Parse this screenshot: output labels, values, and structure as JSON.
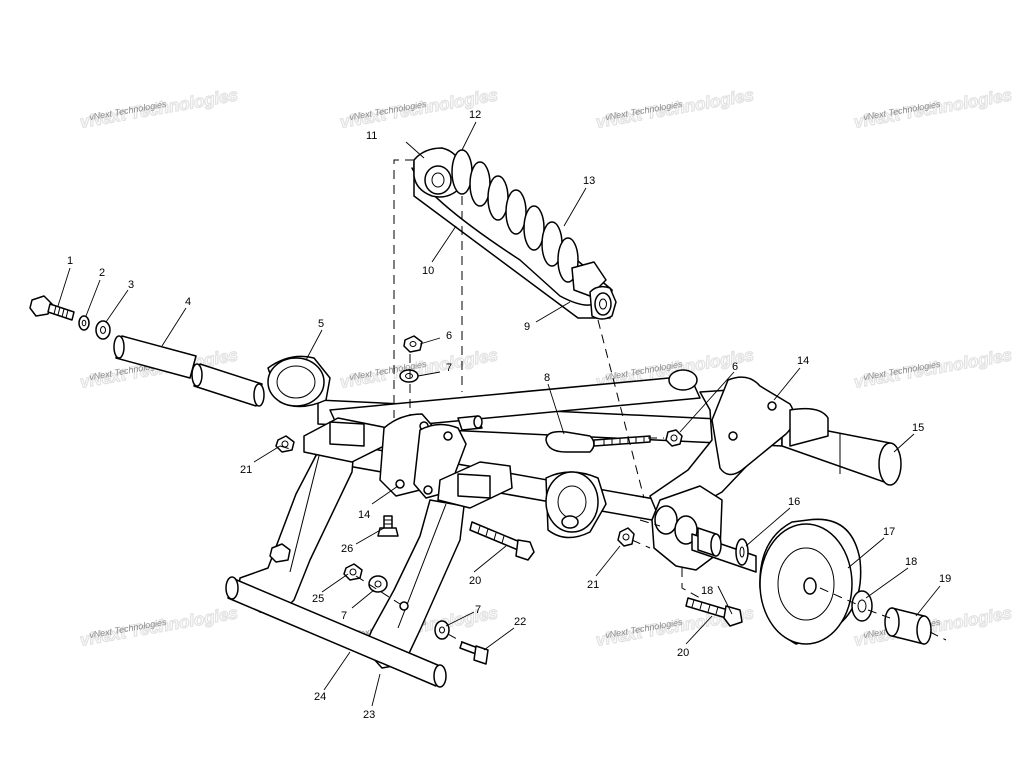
{
  "watermark": {
    "text": "vNext Technologies"
  },
  "callouts": [
    {
      "id": "c1",
      "label": "1"
    },
    {
      "id": "c2",
      "label": "2"
    },
    {
      "id": "c3",
      "label": "3"
    },
    {
      "id": "c4",
      "label": "4"
    },
    {
      "id": "c5",
      "label": "5"
    },
    {
      "id": "c6a",
      "label": "6"
    },
    {
      "id": "c6b",
      "label": "6"
    },
    {
      "id": "c7a",
      "label": "7"
    },
    {
      "id": "c7b",
      "label": "7"
    },
    {
      "id": "c7c",
      "label": "7"
    },
    {
      "id": "c8",
      "label": "8"
    },
    {
      "id": "c9",
      "label": "9"
    },
    {
      "id": "c10",
      "label": "10"
    },
    {
      "id": "c11",
      "label": "11"
    },
    {
      "id": "c12",
      "label": "12"
    },
    {
      "id": "c13",
      "label": "13"
    },
    {
      "id": "c14a",
      "label": "14"
    },
    {
      "id": "c14b",
      "label": "14"
    },
    {
      "id": "c15",
      "label": "15"
    },
    {
      "id": "c16",
      "label": "16"
    },
    {
      "id": "c17",
      "label": "17"
    },
    {
      "id": "c18a",
      "label": "18"
    },
    {
      "id": "c18b",
      "label": "18"
    },
    {
      "id": "c19",
      "label": "19"
    },
    {
      "id": "c20a",
      "label": "20"
    },
    {
      "id": "c20b",
      "label": "20"
    },
    {
      "id": "c21a",
      "label": "21"
    },
    {
      "id": "c21b",
      "label": "21"
    },
    {
      "id": "c22",
      "label": "22"
    },
    {
      "id": "c23",
      "label": "23"
    },
    {
      "id": "c24",
      "label": "24"
    },
    {
      "id": "c25",
      "label": "25"
    },
    {
      "id": "c26",
      "label": "26"
    }
  ]
}
